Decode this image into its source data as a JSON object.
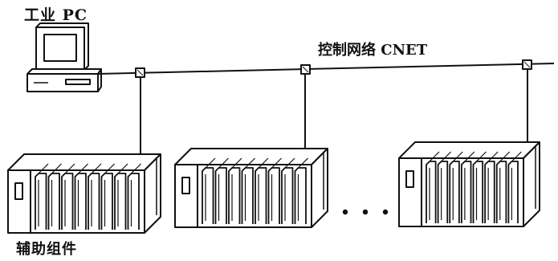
{
  "labels": {
    "industrial_pc": "工业 PC",
    "control_network": "控制网络 CNET",
    "auxiliary_component": "辅助组件"
  }
}
